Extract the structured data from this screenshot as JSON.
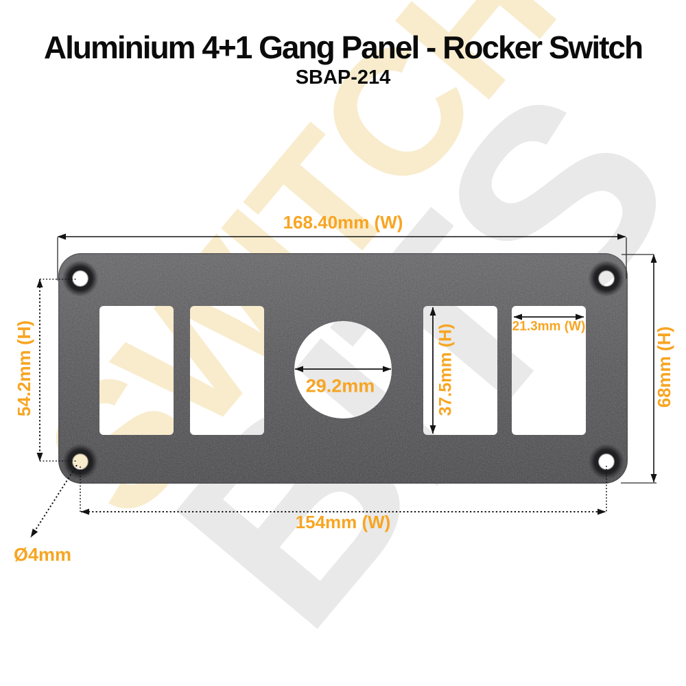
{
  "title": {
    "text": "Aluminium 4+1 Gang Panel - Rocker Switch",
    "model": "SBAP-214"
  },
  "watermark": {
    "line1": "SWITCH",
    "line2": "BITS",
    "cream_color": "#F8ECCD",
    "gray_color": "#E9E9E9"
  },
  "colors": {
    "accent_orange": "#F7A522",
    "panel_gray": "#57575A",
    "dimension_line": "#141414",
    "background": "#FFFFFF"
  },
  "panel": {
    "description": "aluminium panel front view with 4 rocker cutouts, 1 round cutout and 4 mounting holes"
  },
  "dims": {
    "overall_width": "168.40mm (W)",
    "overall_height": "68mm (H)",
    "hole_pitch_height": "54.2mm (H)",
    "hole_pitch_width": "154mm (W)",
    "hole_diameter": "Ø4mm",
    "round_cutout_diameter": "29.2mm",
    "rocker_cutout_height": "37.5mm (H)",
    "rocker_cutout_width": "21.3mm (W)"
  }
}
